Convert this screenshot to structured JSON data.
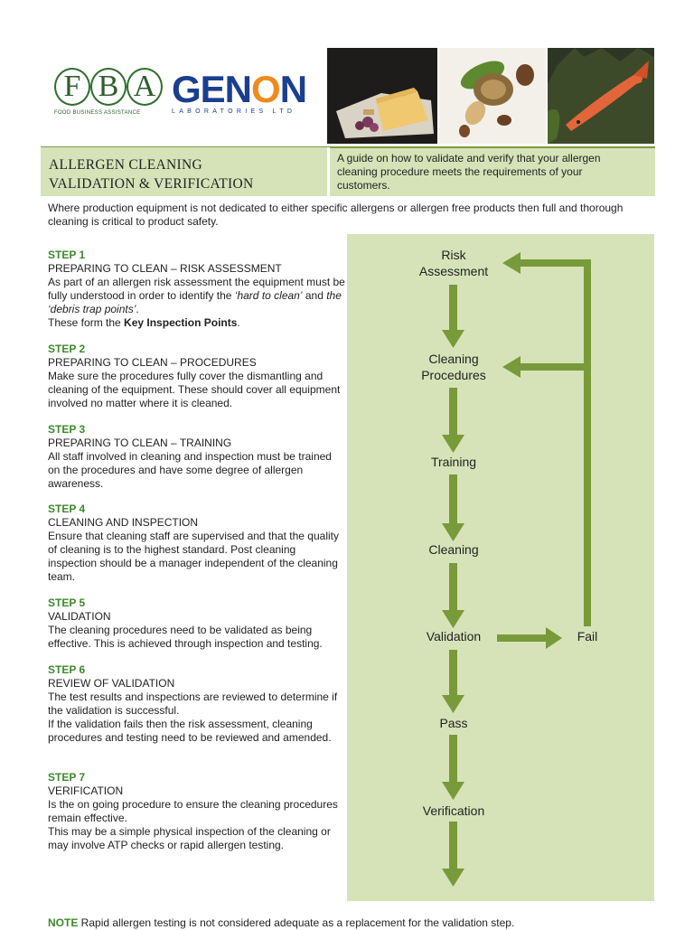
{
  "header": {
    "fba_letters": [
      "F",
      "B",
      "A"
    ],
    "fba_subtitle": "FOOD BUSINESS ASSISTANCE",
    "genon_word_prefix": "GEN",
    "genon_word_o": "O",
    "genon_word_suffix": "N",
    "genon_subtitle": "LABORATORIES LTD"
  },
  "title": {
    "line1": "ALLERGEN CLEANING",
    "line2": "VALIDATION & VERIFICATION",
    "subtitle": "A guide on how to validate and verify that your allergen cleaning procedure meets the requirements of your customers."
  },
  "intro": "Where production equipment is not dedicated to either specific allergens or allergen free products then full and thorough cleaning is critical to product safety.",
  "steps": [
    {
      "label": "STEP 1",
      "heading": "PREPARING TO CLEAN – RISK ASSESSMENT",
      "body_a": "As part of an allergen risk assessment the equipment must be fully understood in order to identify the ",
      "body_em1": "‘hard to clean’",
      "body_b": " and ",
      "body_em2": "the ‘debris trap points’",
      "body_c": ".",
      "body_d": "These form the ",
      "body_strong": "Key Inspection Points",
      "body_e": "."
    },
    {
      "label": "STEP 2",
      "heading": "PREPARING TO CLEAN – PROCEDURES",
      "body": "Make sure the procedures fully cover the dismantling and cleaning of the equipment. These should cover all equipment involved no matter where it is cleaned."
    },
    {
      "label": "STEP 3",
      "heading": "PREPARING TO CLEAN – TRAINING",
      "body": "All staff involved in cleaning and inspection must be trained on the procedures and have some degree of allergen awareness."
    },
    {
      "label": "STEP 4",
      "heading": "CLEANING AND INSPECTION",
      "body": "Ensure that cleaning staff are supervised and that the quality of cleaning is to the highest standard. Post cleaning inspection should be a manager independent of the cleaning team."
    },
    {
      "label": "STEP 5",
      "heading": "VALIDATION",
      "body": "The cleaning procedures need to be validated as being effective. This is achieved through inspection and testing."
    },
    {
      "label": "STEP 6",
      "heading": "REVIEW OF VALIDATION",
      "body": "The test results and inspections are reviewed to determine if the validation is successful.",
      "body2": "If the validation fails then the risk assessment, cleaning procedures and testing need to be reviewed and amended."
    },
    {
      "label": "STEP 7",
      "heading": "VERIFICATION",
      "body": "Is the on going procedure to ensure the cleaning procedures remain effective.",
      "body2": "This may be a simple physical inspection of the cleaning or may involve ATP checks or rapid allergen testing."
    }
  ],
  "flow": {
    "risk_1": "Risk",
    "risk_2": "Assessment",
    "cleaning_proc_1": "Cleaning",
    "cleaning_proc_2": "Procedures",
    "training": "Training",
    "cleaning": "Cleaning",
    "validation": "Validation",
    "fail": "Fail",
    "pass": "Pass",
    "verification": "Verification"
  },
  "note": {
    "label": "NOTE",
    "text": " Rapid allergen testing is not considered adequate as a replacement for the validation step."
  },
  "colors": {
    "accent_green": "#3c8a2b",
    "arrow_green": "#789a3a",
    "panel_green": "#d6e3b8",
    "genon_blue": "#1a3f8f",
    "genon_orange": "#f08a1c"
  }
}
